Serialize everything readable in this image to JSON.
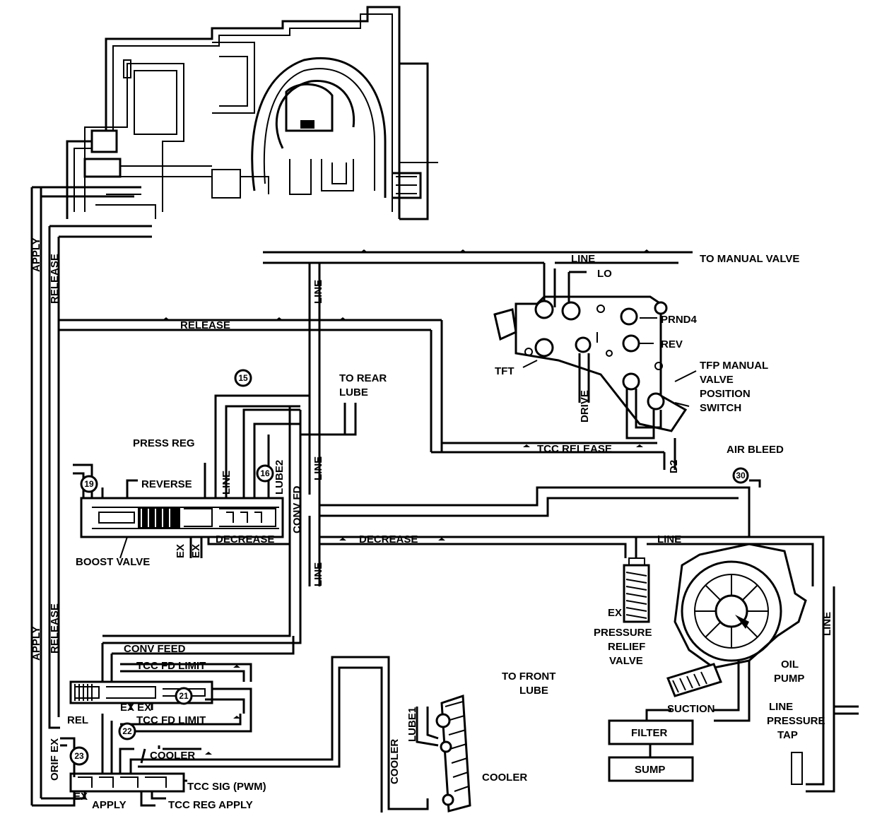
{
  "labels": {
    "apply": "APPLY",
    "release": "RELEASE",
    "line": "LINE",
    "to_manual_valve": "TO MANUAL VALVE",
    "lo": "LO",
    "prnd4": "PRND4",
    "rev": "REV",
    "tft": "TFT",
    "drive": "DRIVE",
    "tfp_line1": "TFP MANUAL",
    "tfp_line2": "VALVE",
    "tfp_line3": "POSITION",
    "tfp_line4": "SWITCH",
    "tcc_release": "TCC RELEASE",
    "d2": "D2",
    "air_bleed": "AIR BLEED",
    "to_rear_lube_1": "TO REAR",
    "to_rear_lube_2": "LUBE",
    "press_reg": "PRESS REG",
    "reverse": "REVERSE",
    "conv_fd": "CONV FD",
    "lube2": "LUBE2",
    "boost_valve": "BOOST VALVE",
    "ex": "EX",
    "decrease": "DECREASE",
    "pressure_relief_1": "PRESSURE",
    "pressure_relief_2": "RELIEF",
    "pressure_relief_3": "VALVE",
    "oil_pump_1": "OIL",
    "oil_pump_2": "PUMP",
    "suction": "SUCTION",
    "filter": "FILTER",
    "sump": "SUMP",
    "line_tap_1": "LINE",
    "line_tap_2": "PRESSURE",
    "line_tap_3": "TAP",
    "conv_feed": "CONV FEED",
    "tcc_fd_limit": "TCC FD LIMIT",
    "ex_ex": "EX EX",
    "rel": "REL",
    "cooler": "COOLER",
    "orif_ex": "ORIF EX",
    "tcc_sig": "TCC SIG (PWM)",
    "tcc_reg_apply": "TCC REG APPLY",
    "to_front_lube_1": "TO FRONT",
    "to_front_lube_2": "LUBE",
    "lube1": "LUBE1"
  },
  "callouts": {
    "c15": "15",
    "c16": "16",
    "c19": "19",
    "c21": "21",
    "c22": "22",
    "c23": "23",
    "c30": "30"
  }
}
